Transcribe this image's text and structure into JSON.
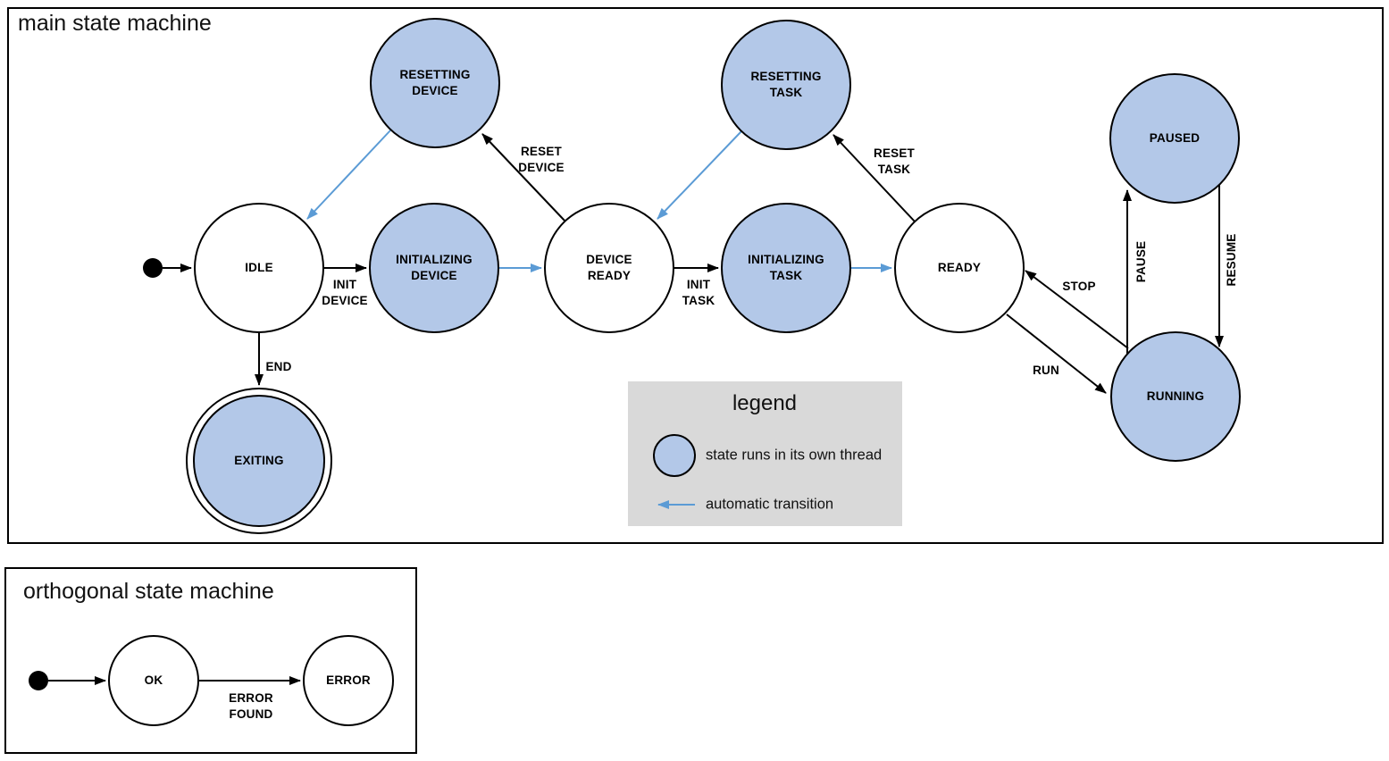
{
  "main": {
    "title": "main state machine",
    "states": {
      "idle": "IDLE",
      "resetting_device": "RESETTING\nDEVICE",
      "initializing_device": "INITIALIZING\nDEVICE",
      "device_ready": "DEVICE\nREADY",
      "resetting_task": "RESETTING\nTASK",
      "initializing_task": "INITIALIZING\nTASK",
      "ready": "READY",
      "paused": "PAUSED",
      "running": "RUNNING",
      "exiting": "EXITING"
    },
    "transitions": {
      "init_device": "INIT\nDEVICE",
      "reset_device": "RESET\nDEVICE",
      "init_task": "INIT\nTASK",
      "reset_task": "RESET\nTASK",
      "end": "END",
      "run": "RUN",
      "stop": "STOP",
      "pause": "PAUSE",
      "resume": "RESUME"
    },
    "legend": {
      "title": "legend",
      "thread_item": "state runs in its own thread",
      "auto_item": "automatic transition"
    }
  },
  "orthogonal": {
    "title": "orthogonal state machine",
    "states": {
      "ok": "OK",
      "error": "ERROR"
    },
    "transitions": {
      "error_found": "ERROR\nFOUND"
    }
  },
  "colors": {
    "threaded_state_fill": "#b3c8e8",
    "state_stroke": "#000000",
    "automatic_transition_arrow": "#5b9bd5",
    "legend_background": "#d9d9d9"
  }
}
